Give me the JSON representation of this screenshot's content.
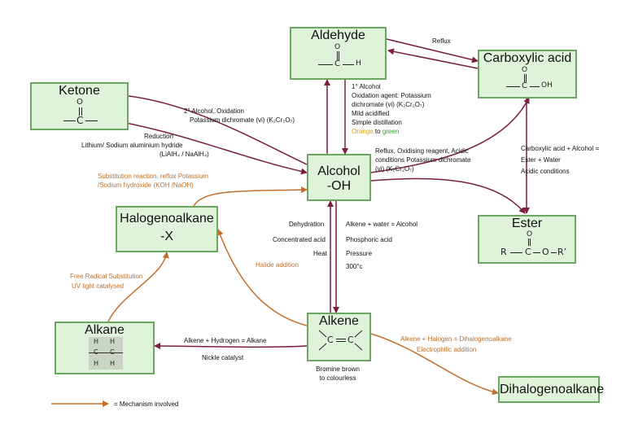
{
  "nodes": {
    "aldehyde": "Aldehyde",
    "carboxylic": "Carboxylic acid",
    "ketone": "Ketone",
    "alcohol": "Alcohol",
    "alcohol_sub": "-OH",
    "halogenoalkane": "Halogenoalkane",
    "halogenoalkane_sub": "-X",
    "ester": "Ester",
    "alkane": "Alkane",
    "alkene": "Alkene",
    "dihalogenoalkane": "Dihalogenoalkane"
  },
  "structures": {
    "aldehyde": {
      "o": "O",
      "c": "C",
      "h": "H"
    },
    "carboxylic": {
      "o": "O",
      "c": "C",
      "oh": "OH"
    },
    "ketone": {
      "o": "O",
      "c": "C"
    },
    "ester": {
      "o": "O",
      "r": "R",
      "c": "C",
      "o2": "O",
      "r2": "R’"
    },
    "alkane": {
      "h": "H",
      "c": "C"
    },
    "alkene": {
      "c": "C"
    }
  },
  "labels": {
    "reflux": "Reflux",
    "ald_l1": "1° Alcohol",
    "ald_l2": "Oxidation agent: Potassium",
    "ald_l3": "dichromate (vi) (K₂Cr₂O₇)",
    "ald_l4": "Mild acidified",
    "ald_l5": "Simple distillation",
    "ald_orange": "Orange",
    "ald_to": " to ",
    "ald_green": "green",
    "ket_l1": "2° Alcohol, Oxidation",
    "ket_l2": "Potassium dichromate (vi) (K₂Cr₂O₇)",
    "red_l1": "Reduction",
    "red_l2": "Lithium/ Sodium aluminium hydride",
    "red_l3": "(LiAlH₄ / NaAlH₄)",
    "carb_l1": "Reflux, Oxidising reagent, Acidic",
    "carb_l2": "conditions Potassium dichromate",
    "carb_l3": "(vi) (K₂Cr₂O₇)",
    "ester_l1": "Carboxylic acid + Alcohol =",
    "ester_l2": "Ester + Water",
    "ester_l3": "Acidic conditions",
    "sub_l1": "Substitution reaction, reflux Potassium",
    "sub_l2": "/Sodium hydroxide (KOH /NaOH)",
    "dehyd1": "Dehydration",
    "dehyd2": "Concentrated acid",
    "dehyd3": "Heat",
    "hyd1": "Alkene + water = Alcohol",
    "hyd2": "Phosphoric acid",
    "hyd3": "Pressure",
    "hyd4": "300°c",
    "halide_add": "Halide addition",
    "frs1": "Free Radical Substitution",
    "frs2": "UV light catalysed",
    "h2_1": "Alkene + Hydrogen = Alkane",
    "h2_2": "Nickle catalyst",
    "br1": "Bromine brown",
    "br2": "to colourless",
    "dihal1": "Alkene + Halogen = Dihalogenoalkane",
    "dihal2": "Electrophilic addition",
    "legend": "= Mechanism involved"
  },
  "colors": {
    "node_fill": "#dff2da",
    "node_border": "#6aa760",
    "arrow_dark": "#7a1f3d",
    "arrow_orange": "#c0702e"
  }
}
